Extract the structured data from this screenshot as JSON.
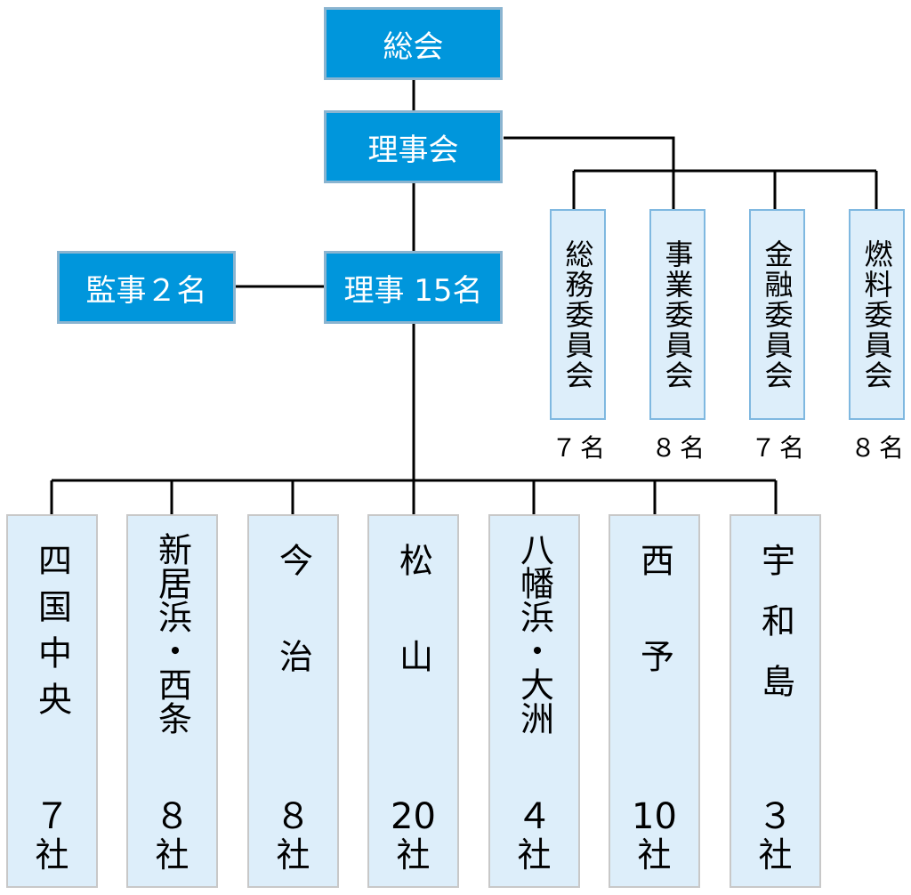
{
  "top": {
    "general_meeting": "総会",
    "board": "理事会",
    "directors": "理事 15名",
    "auditors": "監事２名"
  },
  "committees": [
    {
      "name": "総務委員会",
      "members": "７名"
    },
    {
      "name": "事業委員会",
      "members": "８名"
    },
    {
      "name": "金融委員会",
      "members": "７名"
    },
    {
      "name": "燃料委員会",
      "members": "８名"
    }
  ],
  "branches": [
    {
      "name": "四国中央",
      "count": "７",
      "unit": "社"
    },
    {
      "name": "新居浜・西条",
      "count": "８",
      "unit": "社"
    },
    {
      "name": "今治",
      "count": "８",
      "unit": "社"
    },
    {
      "name": "松山",
      "count": "20",
      "unit": "社"
    },
    {
      "name": "八幡浜・大洲",
      "count": "４",
      "unit": "社"
    },
    {
      "name": "西予",
      "count": "10",
      "unit": "社"
    },
    {
      "name": "宇和島",
      "count": "３",
      "unit": "社"
    }
  ],
  "colors": {
    "header_box": "#0096dc",
    "light_box": "#ddeefa",
    "line": "#000000"
  }
}
